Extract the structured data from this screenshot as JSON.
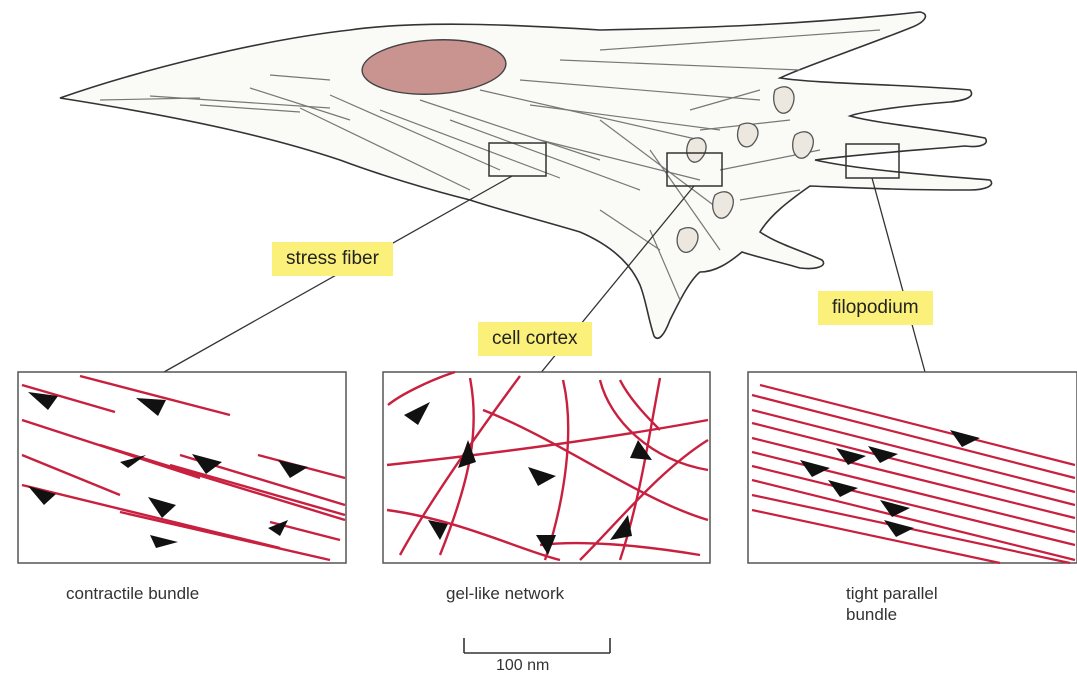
{
  "labels": {
    "stress_fiber": "stress fiber",
    "cell_cortex": "cell cortex",
    "filopodium": "filopodium"
  },
  "panels": [
    {
      "name": "contractile-bundle-panel",
      "caption": "contractile bundle"
    },
    {
      "name": "gel-like-network-panel",
      "caption": "gel-like network"
    },
    {
      "name": "tight-parallel-bundle-panel",
      "caption": "tight parallel\nbundle"
    }
  ],
  "scale_bar": {
    "label": "100 nm"
  },
  "colors": {
    "filament": "#c8203f",
    "nucleus": "#c9938f",
    "callout_bg": "#fbf07a",
    "arrow": "#111111"
  }
}
